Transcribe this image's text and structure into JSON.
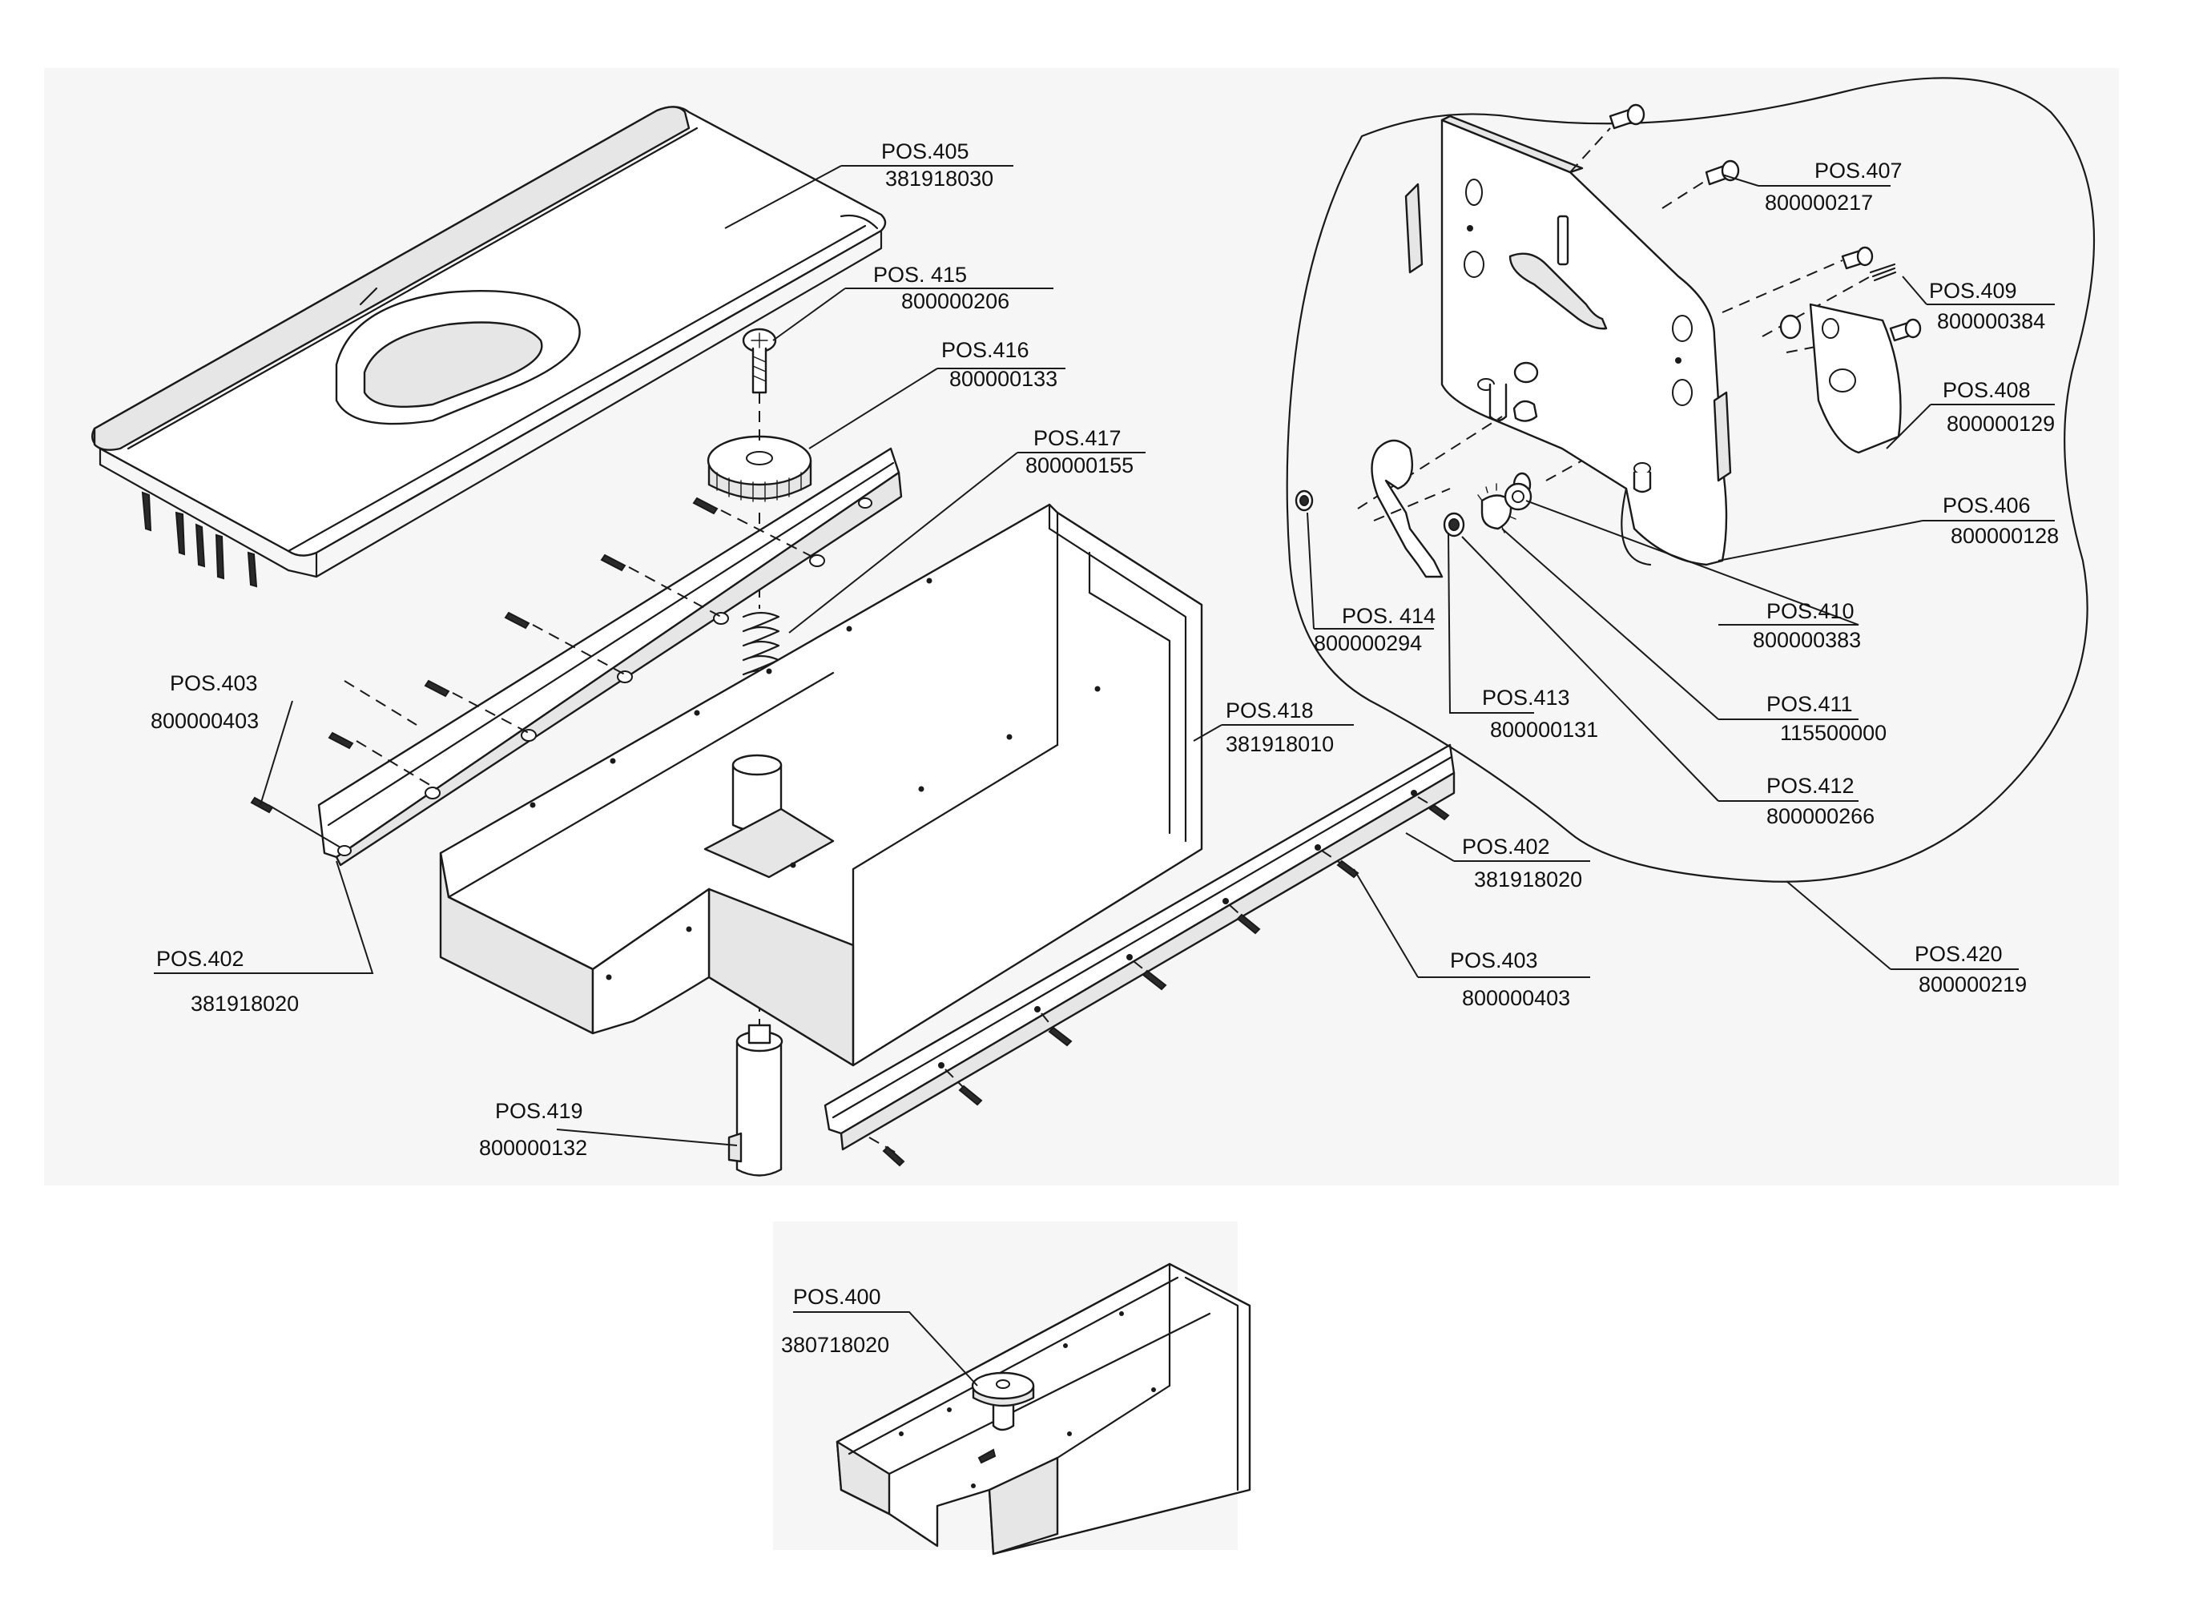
{
  "callouts": [
    {
      "id": "pos405",
      "pos": "POS.405",
      "part": "381918030"
    },
    {
      "id": "pos415",
      "pos": "POS. 415",
      "part": "800000206"
    },
    {
      "id": "pos416",
      "pos": "POS.416",
      "part": "800000133"
    },
    {
      "id": "pos417",
      "pos": "POS.417",
      "part": "800000155"
    },
    {
      "id": "pos403a",
      "pos": "POS.403",
      "part": "800000403"
    },
    {
      "id": "pos418",
      "pos": "POS.418",
      "part": "381918010"
    },
    {
      "id": "pos402a",
      "pos": "POS.402",
      "part": "381918020"
    },
    {
      "id": "pos402b",
      "pos": "POS.402",
      "part": "381918020"
    },
    {
      "id": "pos403b",
      "pos": "POS.403",
      "part": "800000403"
    },
    {
      "id": "pos419",
      "pos": "POS.419",
      "part": "800000132"
    },
    {
      "id": "pos407",
      "pos": "POS.407",
      "part": "800000217"
    },
    {
      "id": "pos409",
      "pos": "POS.409",
      "part": "800000384"
    },
    {
      "id": "pos408",
      "pos": "POS.408",
      "part": "800000129"
    },
    {
      "id": "pos406",
      "pos": "POS.406",
      "part": "800000128"
    },
    {
      "id": "pos414",
      "pos": "POS. 414",
      "part": "800000294"
    },
    {
      "id": "pos410",
      "pos": "POS.410",
      "part": "800000383"
    },
    {
      "id": "pos413",
      "pos": "POS.413",
      "part": "800000131"
    },
    {
      "id": "pos411",
      "pos": "POS.411",
      "part": "115500000"
    },
    {
      "id": "pos412",
      "pos": "POS.412",
      "part": "800000266"
    },
    {
      "id": "pos420",
      "pos": "POS.420",
      "part": "800000219"
    },
    {
      "id": "pos400",
      "pos": "POS.400",
      "part": "380718020"
    }
  ]
}
